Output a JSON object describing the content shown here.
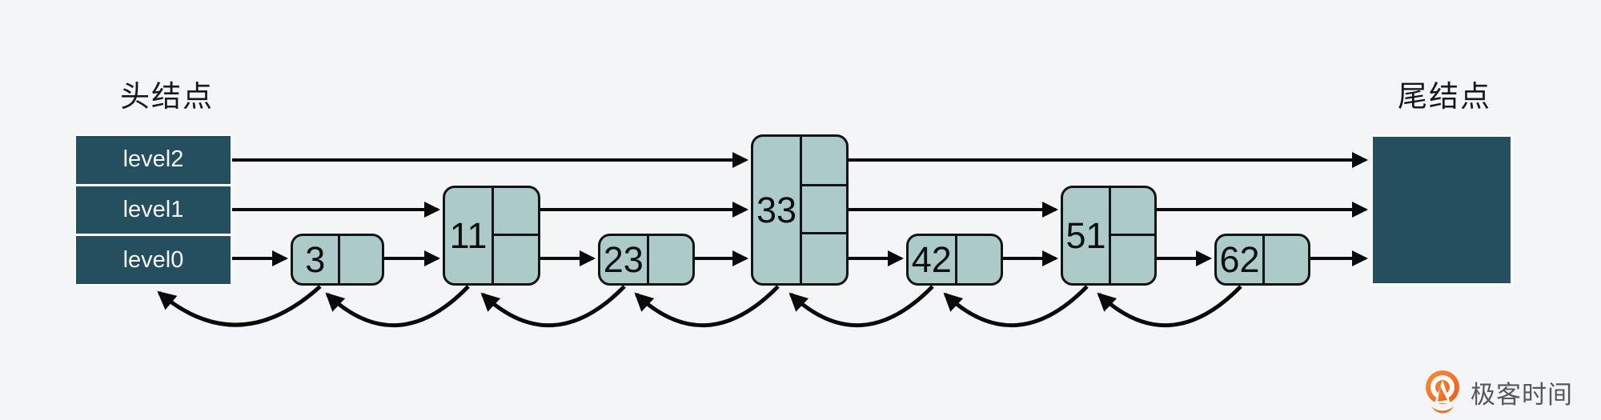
{
  "colors": {
    "background": "#f3f5f6",
    "dark_node": "#254f5e",
    "light_node": "#accbc8",
    "arrow": "#0a0a0a",
    "logo_orange": "#f26d21",
    "logo_text_color": "#54575b"
  },
  "diagram": {
    "type": "skip-list",
    "head": {
      "label": "头结点",
      "levels": [
        "level2",
        "level1",
        "level0"
      ]
    },
    "tail": {
      "label": "尾结点"
    },
    "nodes": [
      {
        "value": "3",
        "levels": 1
      },
      {
        "value": "11",
        "levels": 2
      },
      {
        "value": "23",
        "levels": 1
      },
      {
        "value": "33",
        "levels": 3
      },
      {
        "value": "42",
        "levels": 1
      },
      {
        "value": "51",
        "levels": 2
      },
      {
        "value": "62",
        "levels": 1
      }
    ],
    "links": {
      "level2": [
        "head",
        "33",
        "tail"
      ],
      "level1": [
        "head",
        "11",
        "33",
        "51",
        "tail"
      ],
      "level0": [
        "head",
        "3",
        "11",
        "23",
        "33",
        "42",
        "51",
        "62",
        "tail"
      ],
      "backward": [
        "3→head",
        "11→3",
        "23→11",
        "33→23",
        "42→33",
        "51→42",
        "62→51"
      ]
    }
  },
  "branding": {
    "logo_text": "极客时间"
  }
}
